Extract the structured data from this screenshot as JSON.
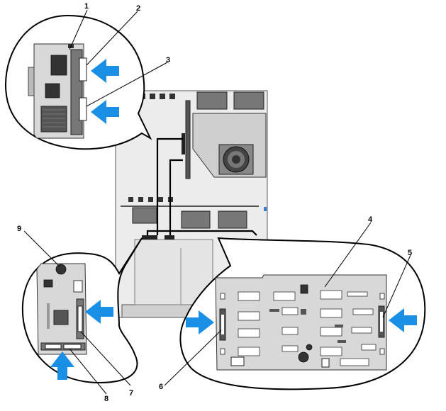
{
  "callouts": [
    "1",
    "2",
    "3",
    "4",
    "5",
    "6",
    "7",
    "8",
    "9"
  ],
  "colors": {
    "arrow": "#1a8fe6",
    "board": "#d8d8d8",
    "chassis": "#ececec",
    "outline": "#000000"
  },
  "icons": [
    "blue-arrow-icon"
  ]
}
